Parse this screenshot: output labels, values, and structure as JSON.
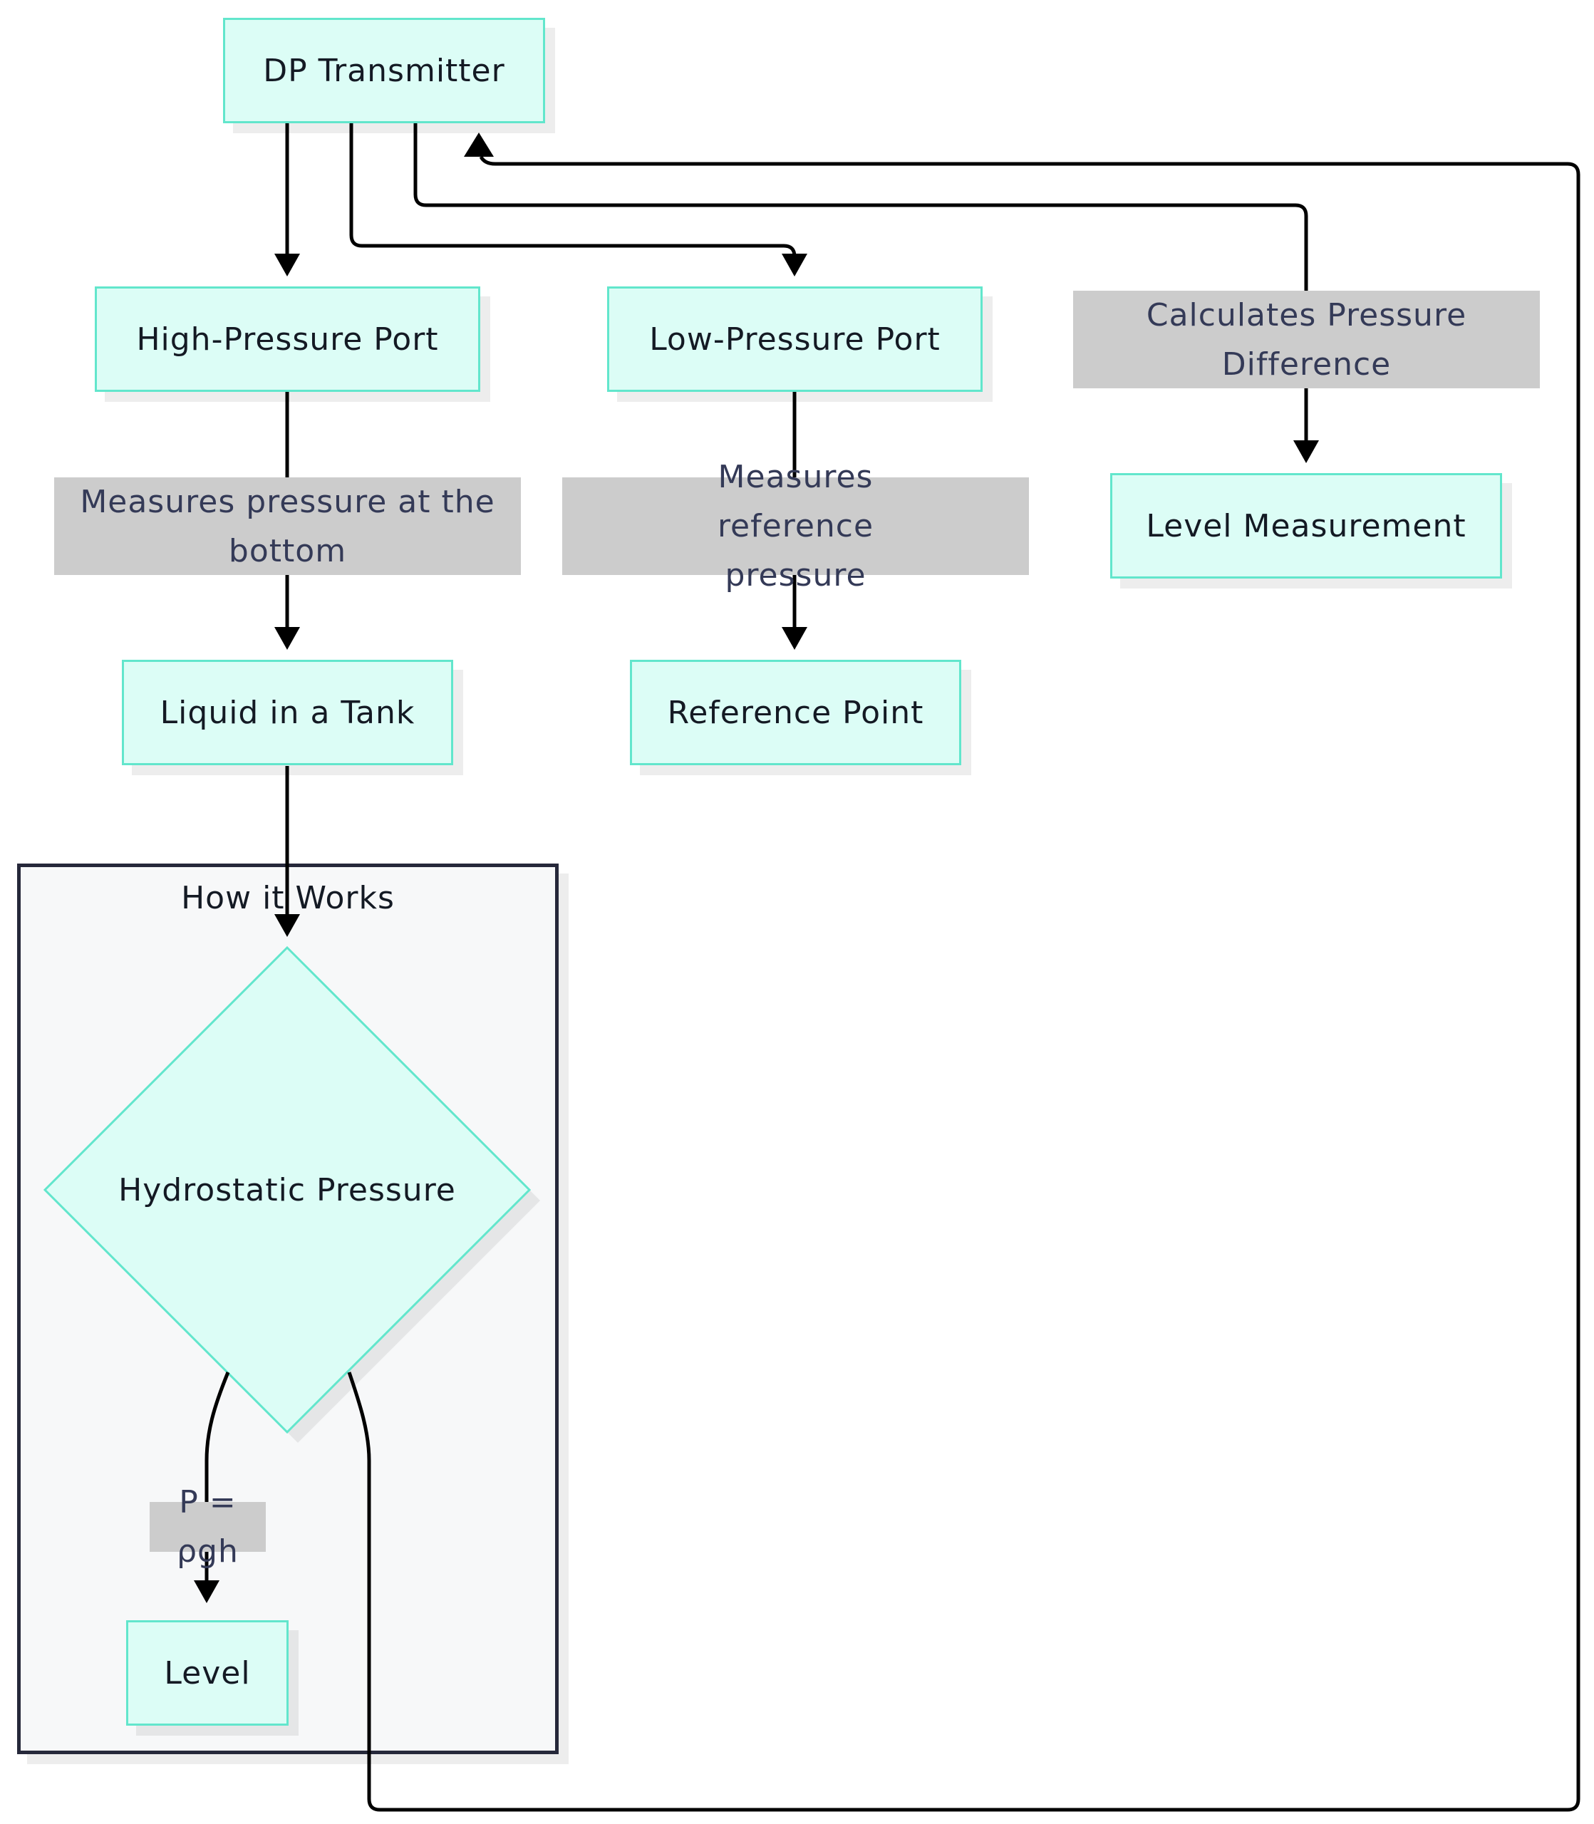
{
  "diagram": {
    "nodes": {
      "dp_transmitter": "DP Transmitter",
      "high_pressure_port": "High-Pressure Port",
      "low_pressure_port": "Low-Pressure Port",
      "level_measurement": "Level Measurement",
      "liquid_in_tank": "Liquid in a Tank",
      "reference_point": "Reference Point",
      "hydrostatic_pressure": "Hydrostatic Pressure",
      "level": "Level"
    },
    "edge_labels": {
      "measures_bottom": "Measures pressure at the bottom",
      "measures_reference": "Measures reference pressure",
      "calculates_difference": "Calculates Pressure Difference",
      "formula": "P = ρgh"
    },
    "cluster": {
      "title": "How it Works"
    },
    "edges": [
      {
        "from": "DP Transmitter",
        "to": "High-Pressure Port"
      },
      {
        "from": "DP Transmitter",
        "to": "Low-Pressure Port"
      },
      {
        "from": "DP Transmitter",
        "to": "Level Measurement",
        "label": "Calculates Pressure Difference"
      },
      {
        "from": "High-Pressure Port",
        "to": "Liquid in a Tank",
        "label": "Measures pressure at the bottom"
      },
      {
        "from": "Low-Pressure Port",
        "to": "Reference Point",
        "label": "Measures reference pressure"
      },
      {
        "from": "Liquid in a Tank",
        "to": "Hydrostatic Pressure"
      },
      {
        "from": "Hydrostatic Pressure",
        "to": "Level",
        "label": "P = ρgh"
      },
      {
        "from": "Hydrostatic Pressure",
        "to": "DP Transmitter"
      }
    ],
    "colors": {
      "node_fill": "#dcfdf6",
      "node_border": "#62e6cc",
      "edge_label_fill": "#cccccc",
      "cluster_fill": "#f7f8f9",
      "cluster_border": "#26283a",
      "edge_color": "#000000"
    }
  }
}
